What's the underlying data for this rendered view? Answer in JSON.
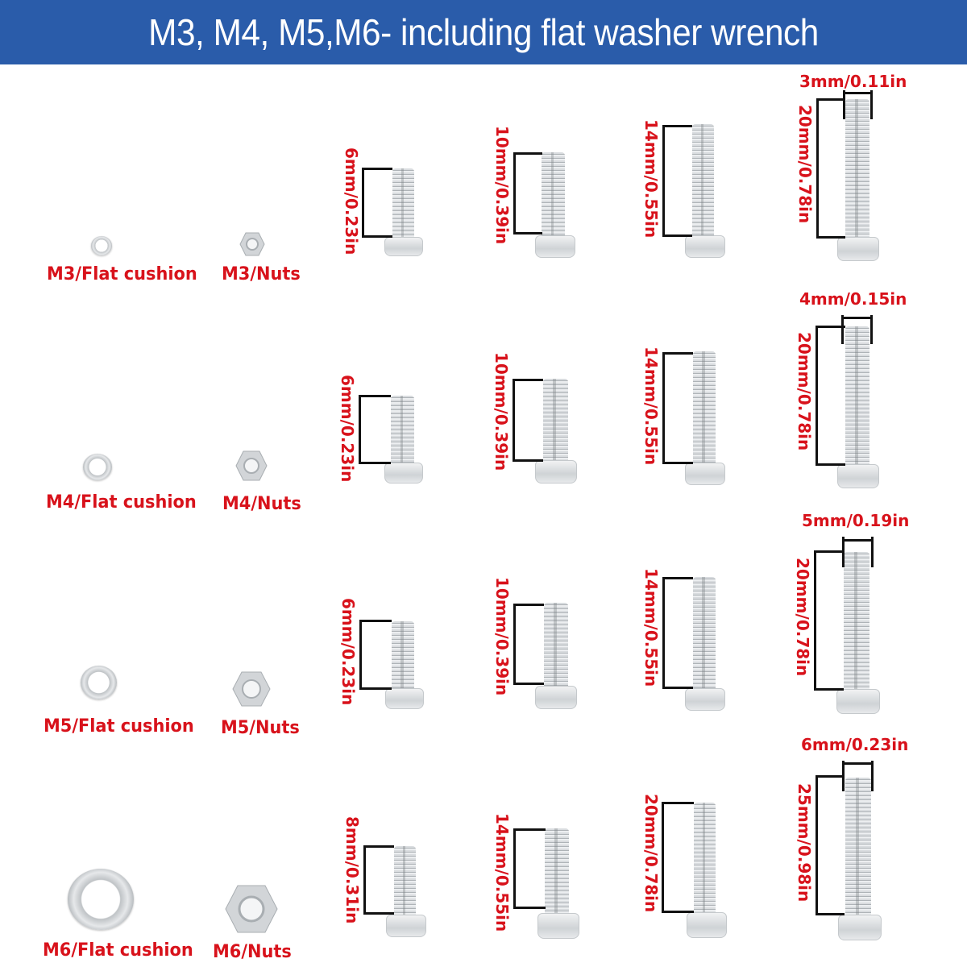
{
  "banner": {
    "title": "M3, M4, M5,M6- including flat washer wrench",
    "background": "#2a5caa",
    "text_color": "#ffffff"
  },
  "label_color": "#d8121b",
  "rows": [
    {
      "size": "M3",
      "washer_label": "M3/Flat cushion",
      "nut_label": "M3/Nuts",
      "bolts": [
        {
          "length_label": "6mm/0.23in"
        },
        {
          "length_label": "10mm/0.39in"
        },
        {
          "length_label": "14mm/0.55in"
        },
        {
          "length_label": "20mm/0.78in",
          "diameter_label": "3mm/0.11in"
        }
      ]
    },
    {
      "size": "M4",
      "washer_label": "M4/Flat cushion",
      "nut_label": "M4/Nuts",
      "bolts": [
        {
          "length_label": "6mm/0.23in"
        },
        {
          "length_label": "10mm/0.39in"
        },
        {
          "length_label": "14mm/0.55in"
        },
        {
          "length_label": "20mm/0.78in",
          "diameter_label": "4mm/0.15in"
        }
      ]
    },
    {
      "size": "M5",
      "washer_label": "M5/Flat cushion",
      "nut_label": "M5/Nuts",
      "bolts": [
        {
          "length_label": "6mm/0.23in"
        },
        {
          "length_label": "10mm/0.39in"
        },
        {
          "length_label": "14mm/0.55in"
        },
        {
          "length_label": "20mm/0.78in",
          "diameter_label": "5mm/0.19in"
        }
      ]
    },
    {
      "size": "M6",
      "washer_label": "M6/Flat cushion",
      "nut_label": "M6/Nuts",
      "bolts": [
        {
          "length_label": "8mm/0.31in"
        },
        {
          "length_label": "14mm/0.55in"
        },
        {
          "length_label": "20mm/0.78in"
        },
        {
          "length_label": "25mm/0.98in",
          "diameter_label": "6mm/0.23in"
        }
      ]
    }
  ]
}
